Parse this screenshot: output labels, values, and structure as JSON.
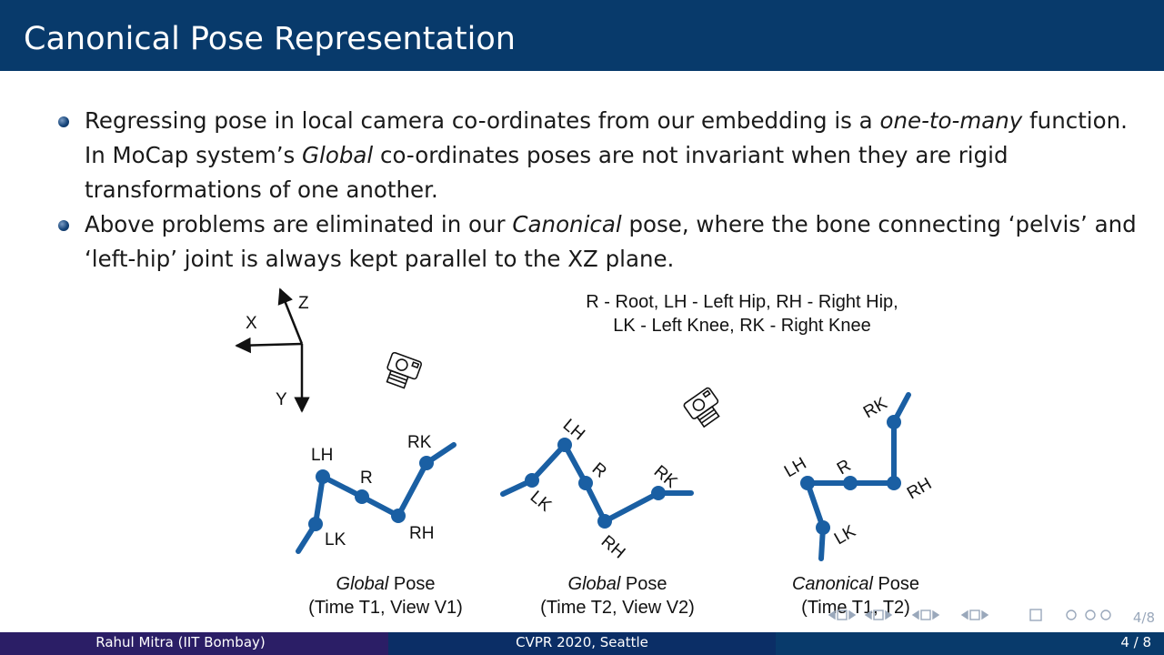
{
  "slide": {
    "title": "Canonical Pose Representation",
    "bullets": [
      {
        "seg1": "Regressing pose in local camera co-ordinates from our embedding is a ",
        "em1": "one-to-many",
        "seg2": " function. In MoCap system’s ",
        "em2": "Global",
        "seg3": " co-ordinates poses are not invariant when they are rigid transformations of one another."
      },
      {
        "seg1": "Above problems are eliminated in our ",
        "em1": "Canonical",
        "seg2": " pose, where the bone connecting ‘pelvis’ and ‘left-hip’ joint is always kept parallel to the XZ plane."
      }
    ]
  },
  "figure": {
    "legend_line1": "R - Root, LH - Left Hip, RH - Right Hip,",
    "legend_line2": "LK - Left Knee, RK - Right Knee",
    "axes": {
      "x": "X",
      "y": "Y",
      "z": "Z"
    },
    "joints": {
      "lh": "LH",
      "r": "R",
      "rh": "RH",
      "lk": "LK",
      "rk": "RK"
    },
    "captions": [
      {
        "em": "Global",
        "rest": " Pose",
        "line2": "(Time T1, View V1)"
      },
      {
        "em": "Global",
        "rest": " Pose",
        "line2": "(Time T2, View V2)"
      },
      {
        "em": "Canonical",
        "rest": " Pose",
        "line2": "(Time T1, T2)"
      }
    ],
    "skeleton_color": "#1a5fa3"
  },
  "footer": {
    "author": "Rahul Mitra  (IIT Bombay)",
    "conference": "CVPR 2020, Seattle",
    "page": "4 / 8"
  },
  "nav": {
    "page_label": "4/8"
  }
}
